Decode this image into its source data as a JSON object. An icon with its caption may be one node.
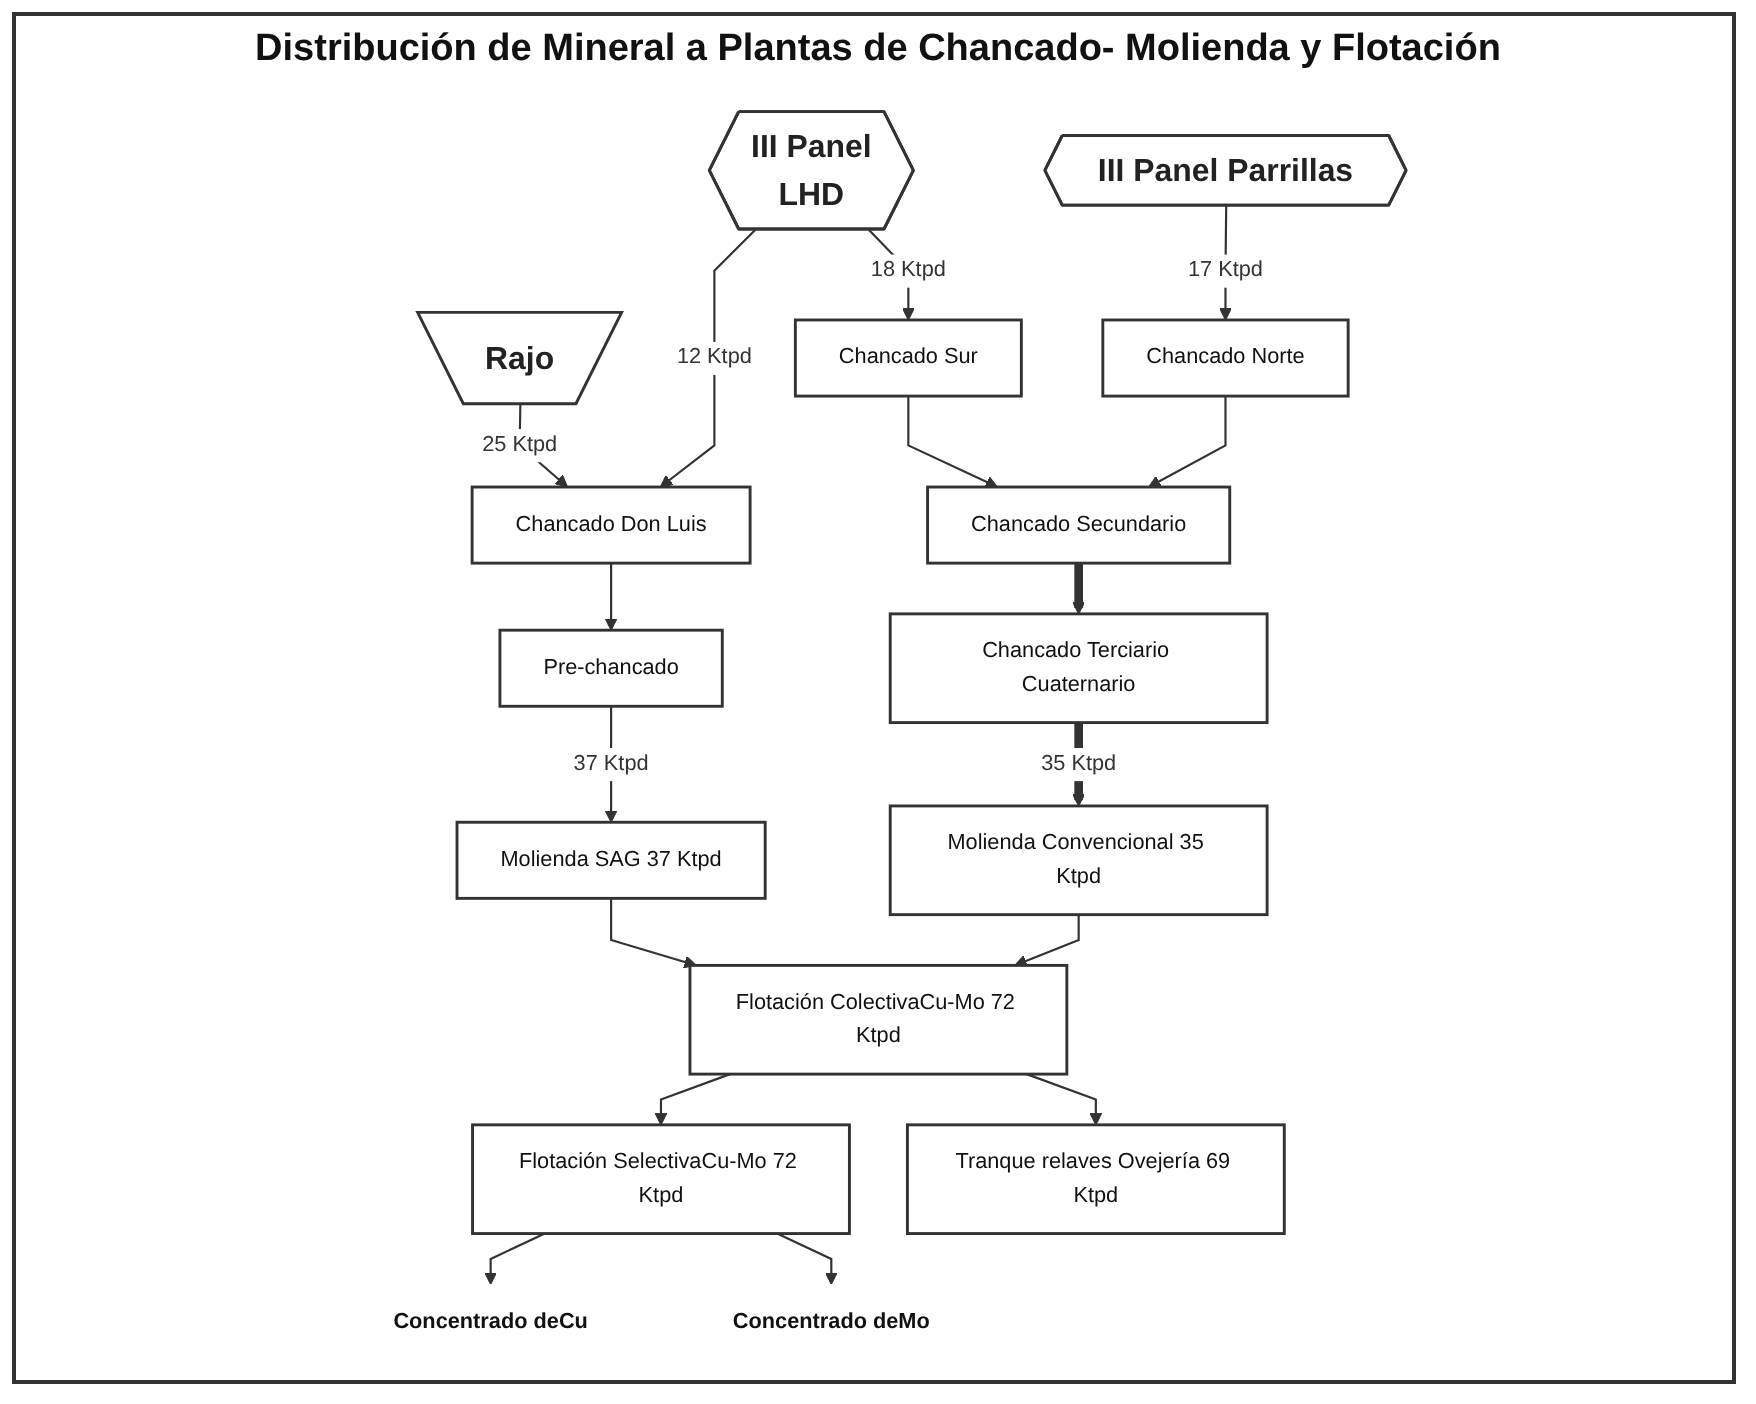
{
  "diagram": {
    "title": "Distribución de Mineral a Plantas de Chancado- Molienda y Flotación",
    "nodes": [
      {
        "text": [
          "Rajo"
        ]
      },
      {
        "text": [
          "III Panel",
          "LHD"
        ]
      },
      {
        "text": [
          "III Panel Parrillas"
        ]
      },
      {
        "text": [
          "Chancado Sur"
        ]
      },
      {
        "text": [
          "Chancado Norte"
        ]
      },
      {
        "text": [
          "Chancado Don Luis"
        ]
      },
      {
        "text": [
          "Pre-chancado"
        ]
      },
      {
        "text": [
          "Chancado Secundario"
        ]
      },
      {
        "text": [
          "Chancado Terciario Cuaternario"
        ]
      },
      {
        "text": [
          "Molienda SAG 37 Ktpd"
        ]
      },
      {
        "text": [
          "Molienda Convencional 35 Ktpd"
        ]
      },
      {
        "text": [
          "Flotación ColectivaCu-Mo 72 Ktpd"
        ]
      },
      {
        "text": [
          "Flotación SelectivaCu-Mo 72 Ktpd"
        ]
      },
      {
        "text": [
          "Tranque relaves Ovejería 69 Ktpd"
        ]
      },
      {
        "text": [
          "Concentrado deCu"
        ]
      },
      {
        "text": [
          "Concentrado deMo"
        ]
      }
    ],
    "edges": [
      {
        "from": 0,
        "to": 5,
        "arrow": "to",
        "label": "25 Ktpd"
      },
      {
        "from": 1,
        "to": 5,
        "arrow": "to",
        "label": "12 Ktpd"
      },
      {
        "from": 1,
        "to": 3,
        "arrow": "to",
        "label": "18 Ktpd"
      },
      {
        "from": 2,
        "to": 4,
        "arrow": "to",
        "label": "17 Ktpd"
      },
      {
        "from": 3,
        "to": 7,
        "arrow": "to"
      },
      {
        "from": 4,
        "to": 7,
        "arrow": "to"
      },
      {
        "from": 5,
        "to": 6,
        "arrow": "to"
      },
      {
        "from": 6,
        "to": 9,
        "arrow": "to",
        "label": "37 Ktpd"
      },
      {
        "from": 7,
        "to": 8,
        "arrow": "to",
        "style": "thick"
      },
      {
        "from": 8,
        "to": 10,
        "arrow": "to",
        "style": "thick",
        "label": "35 Ktpd"
      },
      {
        "from": 9,
        "to": 11,
        "arrow": "to"
      },
      {
        "from": 10,
        "to": 11,
        "arrow": "to"
      },
      {
        "from": 11,
        "to": 12,
        "arrow": "to"
      },
      {
        "from": 11,
        "to": 13,
        "arrow": "to"
      },
      {
        "from": 12,
        "to": 14,
        "arrow": "to"
      },
      {
        "from": 12,
        "to": 15,
        "arrow": "to"
      }
    ]
  }
}
